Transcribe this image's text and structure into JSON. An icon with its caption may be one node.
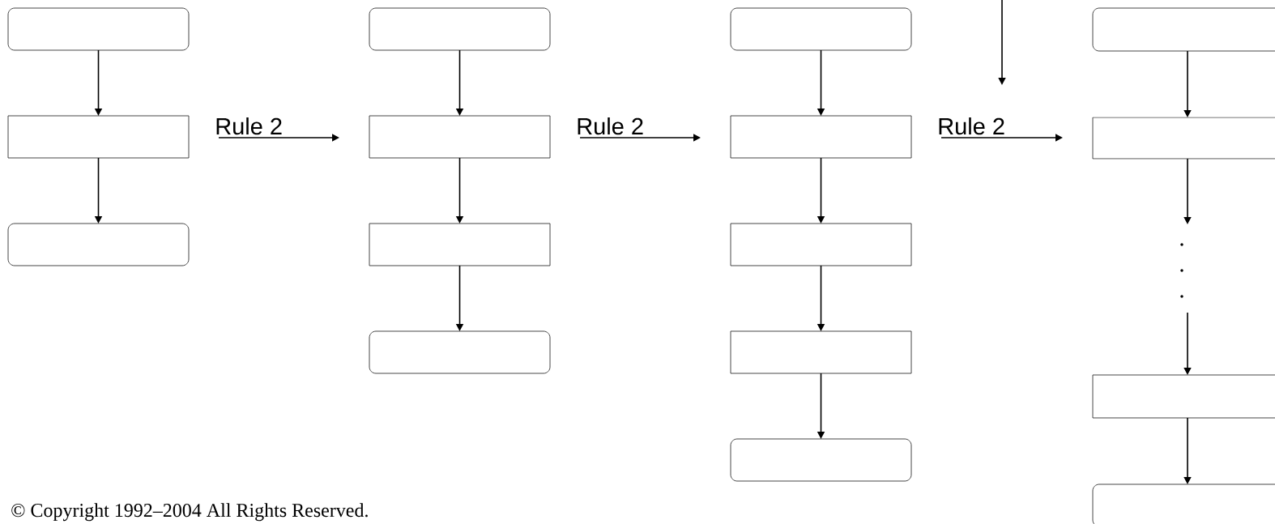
{
  "diagram": {
    "nodes": [
      {
        "text": [],
        "shape": "terminal"
      },
      {
        "text": [],
        "shape": "box"
      },
      {
        "text": [],
        "shape": "terminal"
      },
      {
        "text": [],
        "shape": "terminal"
      },
      {
        "text": [],
        "shape": "box"
      },
      {
        "text": [],
        "shape": "box"
      },
      {
        "text": [],
        "shape": "terminal"
      },
      {
        "text": [],
        "shape": "terminal"
      },
      {
        "text": [],
        "shape": "box"
      },
      {
        "text": [],
        "shape": "box"
      },
      {
        "text": [],
        "shape": "box"
      },
      {
        "text": [],
        "shape": "terminal"
      },
      {
        "text": [],
        "shape": "terminal"
      },
      {
        "text": [],
        "shape": "box"
      },
      {
        "text": [],
        "shape": "box"
      },
      {
        "text": [],
        "shape": "terminal"
      }
    ],
    "edges": [
      {
        "from": 0,
        "to": 1,
        "arrow": "to"
      },
      {
        "from": 1,
        "to": 2,
        "arrow": "to"
      },
      {
        "from": 3,
        "to": 4,
        "arrow": "to"
      },
      {
        "from": 4,
        "to": 5,
        "arrow": "to"
      },
      {
        "from": 5,
        "to": 6,
        "arrow": "to"
      },
      {
        "from": 7,
        "to": 8,
        "arrow": "to"
      },
      {
        "from": 8,
        "to": 9,
        "arrow": "to"
      },
      {
        "from": 9,
        "to": 10,
        "arrow": "to"
      },
      {
        "from": 10,
        "to": 11,
        "arrow": "to"
      },
      {
        "from": 12,
        "to": 13,
        "arrow": "to"
      },
      {
        "from": 13,
        "to": null,
        "arrow": "to"
      },
      {
        "from": null,
        "to": 14,
        "arrow": "to"
      },
      {
        "from": 14,
        "to": 15,
        "arrow": "to"
      },
      {
        "from": 1,
        "to": 4,
        "arrow": "to",
        "label": "Rule 2"
      },
      {
        "from": 4,
        "to": 8,
        "arrow": "to",
        "label": "Rule 2"
      },
      {
        "from": 8,
        "to": 13,
        "arrow": "to",
        "label": "Rule 2"
      }
    ],
    "labels": [
      "© Copyright 1992–2004 All Rights Reserved."
    ]
  }
}
